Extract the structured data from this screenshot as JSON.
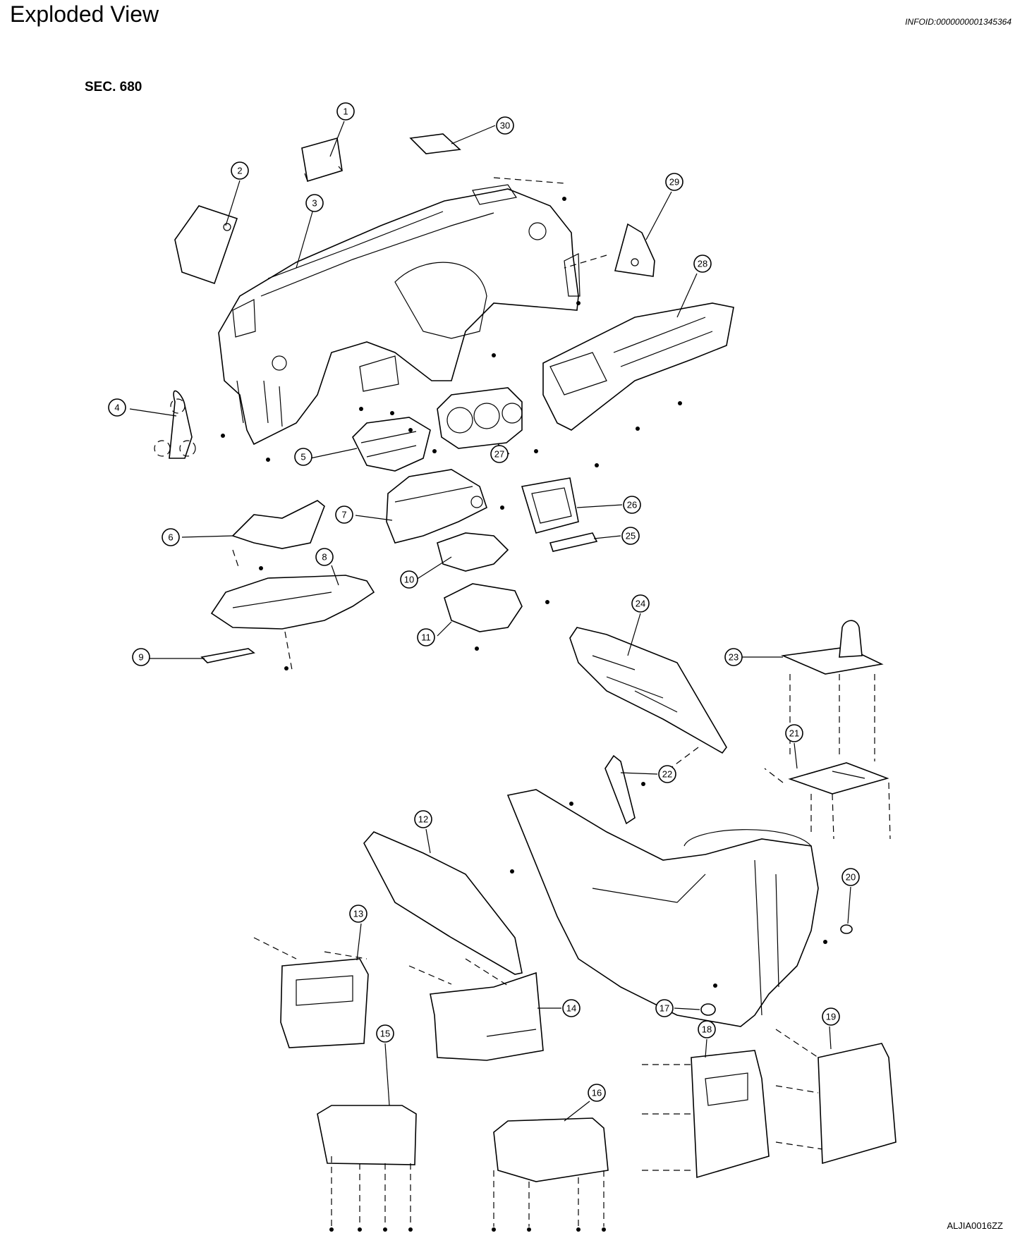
{
  "header": {
    "title": "Exploded View",
    "info_id": "INFOID:0000000001345364"
  },
  "diagram": {
    "section_label": "SEC. 680",
    "figure_id": "ALJIA0016ZZ",
    "callouts": [
      {
        "id": "callout-1",
        "label": "1"
      },
      {
        "id": "callout-2",
        "label": "2"
      },
      {
        "id": "callout-3",
        "label": "3"
      },
      {
        "id": "callout-4",
        "label": "4"
      },
      {
        "id": "callout-5",
        "label": "5"
      },
      {
        "id": "callout-6",
        "label": "6"
      },
      {
        "id": "callout-7",
        "label": "7"
      },
      {
        "id": "callout-8",
        "label": "8"
      },
      {
        "id": "callout-9",
        "label": "9"
      },
      {
        "id": "callout-10",
        "label": "10"
      },
      {
        "id": "callout-11",
        "label": "11"
      },
      {
        "id": "callout-12",
        "label": "12"
      },
      {
        "id": "callout-13",
        "label": "13"
      },
      {
        "id": "callout-14",
        "label": "14"
      },
      {
        "id": "callout-15",
        "label": "15"
      },
      {
        "id": "callout-16",
        "label": "16"
      },
      {
        "id": "callout-17",
        "label": "17"
      },
      {
        "id": "callout-18",
        "label": "18"
      },
      {
        "id": "callout-19",
        "label": "19"
      },
      {
        "id": "callout-20",
        "label": "20"
      },
      {
        "id": "callout-21",
        "label": "21"
      },
      {
        "id": "callout-22",
        "label": "22"
      },
      {
        "id": "callout-23",
        "label": "23"
      },
      {
        "id": "callout-24",
        "label": "24"
      },
      {
        "id": "callout-25",
        "label": "25"
      },
      {
        "id": "callout-26",
        "label": "26"
      },
      {
        "id": "callout-27",
        "label": "27"
      },
      {
        "id": "callout-28",
        "label": "28"
      },
      {
        "id": "callout-29",
        "label": "29"
      },
      {
        "id": "callout-30",
        "label": "30"
      }
    ]
  }
}
